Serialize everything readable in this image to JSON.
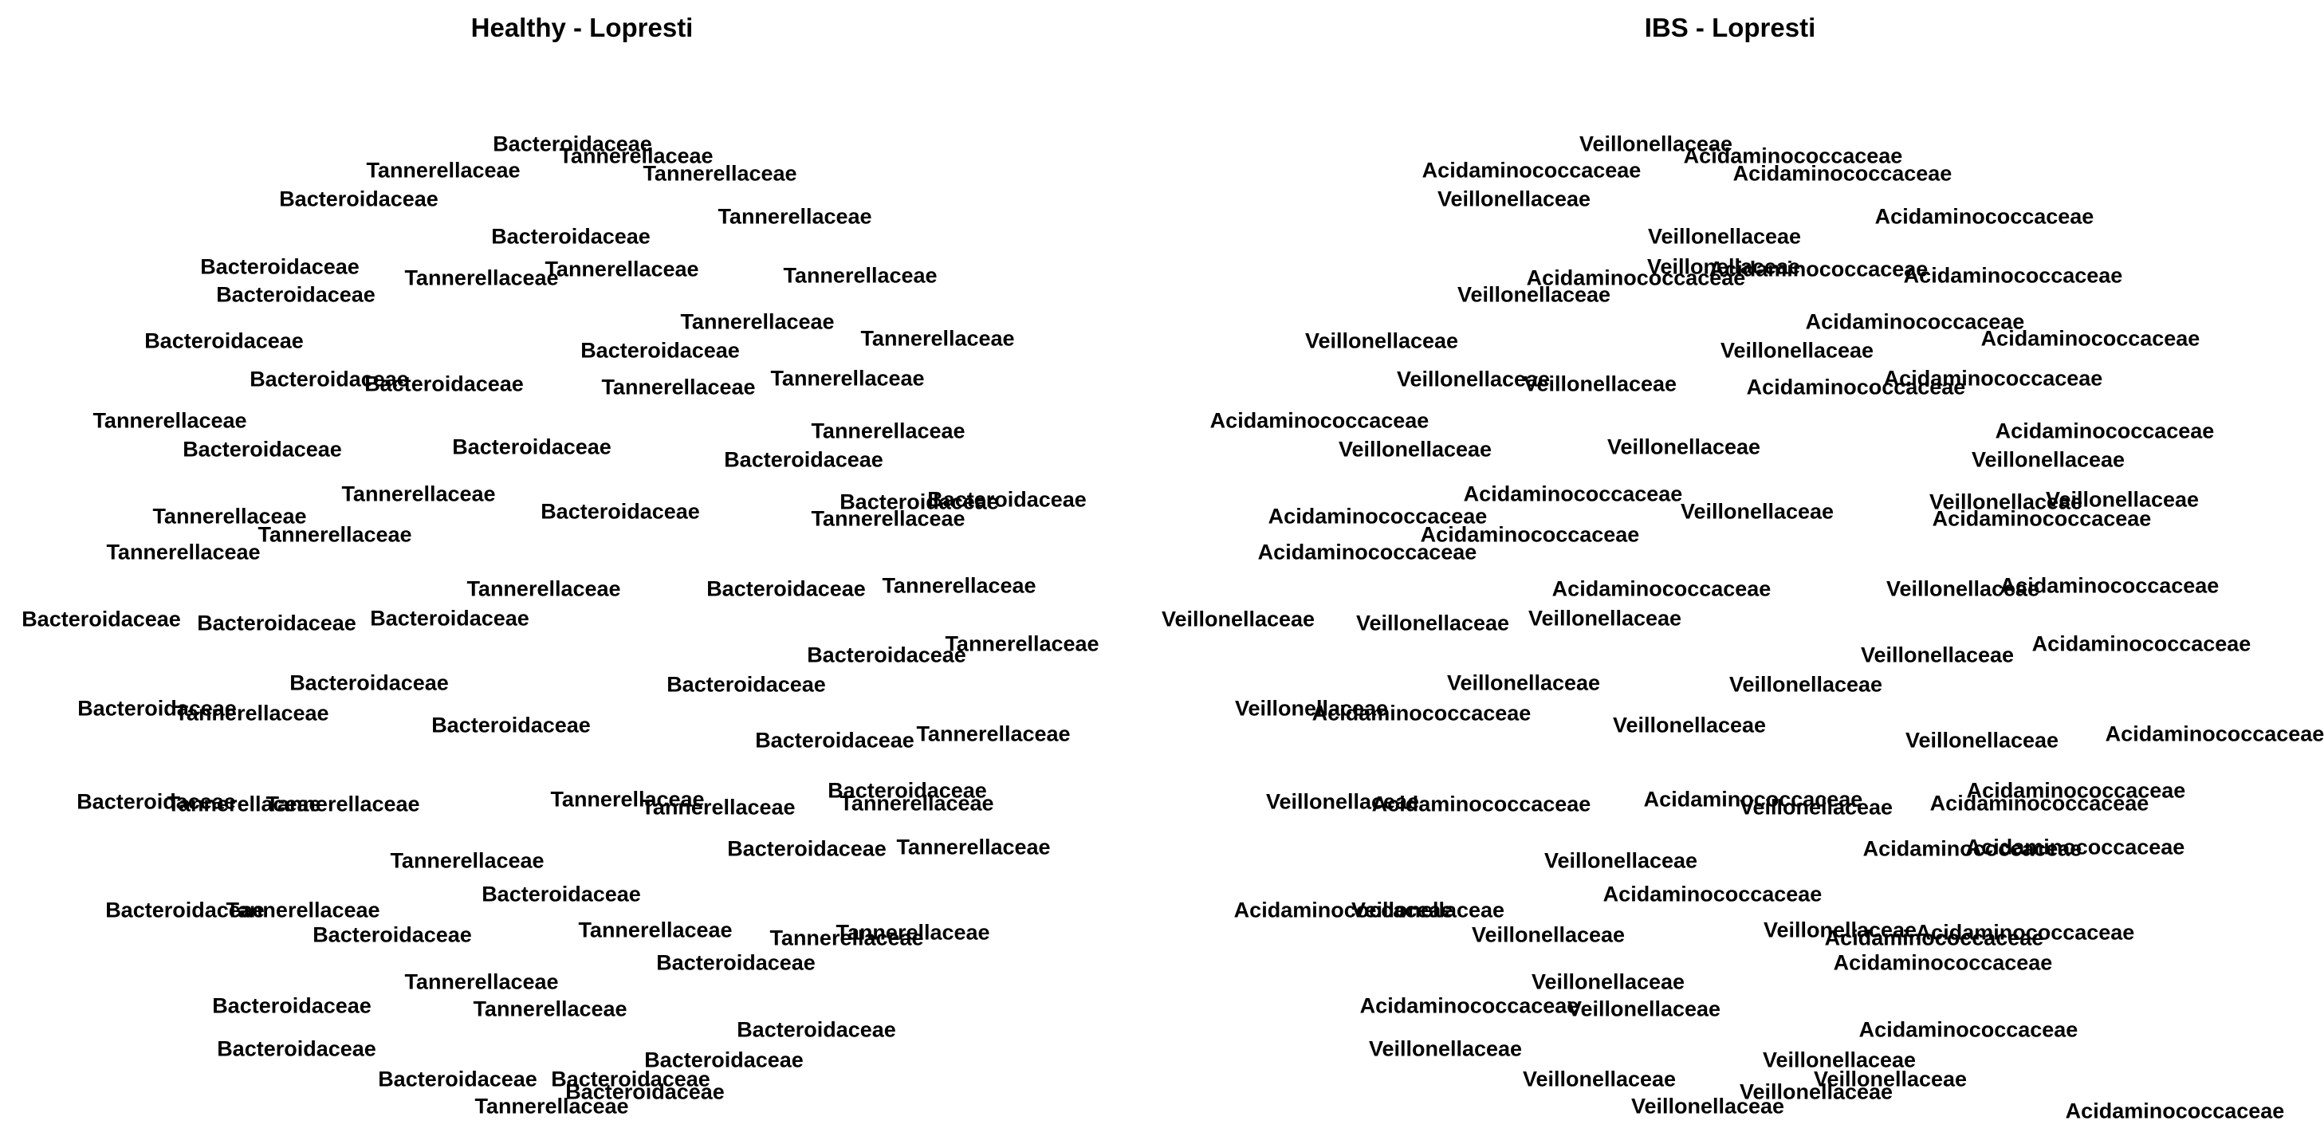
{
  "panels": [
    {
      "title": "Healthy - Lopresti",
      "labels": [
        "Bacteroidaceae",
        "Tannerellaceae"
      ],
      "nodes": [
        "Bacteroidaceae",
        "Tannerellaceae",
        "Tannerellaceae",
        "Tannerellaceae",
        "Bacteroidaceae",
        "Bacteroidaceae",
        "Tannerellaceae",
        "Bacteroidaceae",
        "Tannerellaceae",
        "Tannerellaceae",
        "Tannerellaceae",
        "Bacteroidaceae",
        "Tannerellaceae",
        "Bacteroidaceae",
        "Tannerellaceae",
        "Bacteroidaceae",
        "Bacteroidaceae",
        "Bacteroidaceae",
        "Tannerellaceae",
        "Tannerellaceae",
        "Tannerellaceae",
        "Bacteroidaceae",
        "Bacteroidaceae",
        "Tannerellaceae",
        "Bacteroidaceae",
        "Tannerellaceae",
        "Bacteroidaceae",
        "Bacteroidaceae",
        "Bacteroidaceae",
        "Tannerellaceae",
        "Tannerellaceae",
        "Tannerellaceae",
        "Tannerellaceae",
        "Bacteroidaceae",
        "Tannerellaceae",
        "Bacteroidaceae",
        "Bacteroidaceae",
        "Bacteroidaceae",
        "Tannerellaceae",
        "Bacteroidaceae",
        "Tannerellaceae",
        "Bacteroidaceae",
        "Bacteroidaceae",
        "Tannerellaceae",
        "Bacteroidaceae",
        "Bacteroidaceae",
        "Bacteroidaceae",
        "Tannerellaceae",
        "Tannerellaceae",
        "Bacteroidaceae",
        "Tannerellaceae",
        "Tannerellaceae",
        "Tannerellaceae",
        "Bacteroidaceae",
        "Tannerellaceae",
        "Tannerellaceae",
        "Bacteroidaceae",
        "Tannerellaceae",
        "Bacteroidaceae",
        "Tannerellaceae",
        "Bacteroidaceae",
        "Bacteroidaceae",
        "Tannerellaceae",
        "Tannerellaceae",
        "Tannerellaceae",
        "Bacteroidaceae",
        "Tannerellaceae",
        "Bacteroidaceae",
        "Tannerellaceae",
        "Bacteroidaceae",
        "Bacteroidaceae",
        "Bacteroidaceae",
        "Bacteroidaceae",
        "Bacteroidaceae",
        "Bacteroidaceae",
        "Tannerellaceae"
      ]
    },
    {
      "title": "IBS - Lopresti",
      "labels": [
        "Veillonellaceae",
        "Acidaminococcaceae"
      ],
      "nodes": [
        "Veillonellaceae",
        "Acidaminococcaceae",
        "Acidaminococcaceae",
        "Acidaminococcaceae",
        "Veillonellaceae",
        "Veillonellaceae",
        "Acidaminococcaceae",
        "Veillonellaceae",
        "Acidaminococcaceae",
        "Acidaminococcaceae",
        "Acidaminococcaceae",
        "Veillonellaceae",
        "Acidaminococcaceae",
        "Veillonellaceae",
        "Acidaminococcaceae",
        "Veillonellaceae",
        "Veillonellaceae",
        "Veillonellaceae",
        "Acidaminococcaceae",
        "Acidaminococcaceae",
        "Acidaminococcaceae",
        "Veillonellaceae",
        "Veillonellaceae",
        "Acidaminococcaceae",
        "Veillonellaceae",
        "Acidaminococcaceae",
        "Veillonellaceae",
        "Veillonellaceae",
        "Veillonellaceae",
        "Acidaminococcaceae",
        "Acidaminococcaceae",
        "Acidaminococcaceae",
        "Acidaminococcaceae",
        "Veillonellaceae",
        "Acidaminococcaceae",
        "Veillonellaceae",
        "Veillonellaceae",
        "Veillonellaceae",
        "Acidaminococcaceae",
        "Veillonellaceae",
        "Acidaminococcaceae",
        "Veillonellaceae",
        "Veillonellaceae",
        "Acidaminococcaceae",
        "Veillonellaceae",
        "Veillonellaceae",
        "Veillonellaceae",
        "Acidaminococcaceae",
        "Acidaminococcaceae",
        "Veillonellaceae",
        "Acidaminococcaceae",
        "Acidaminococcaceae",
        "Acidaminococcaceae",
        "Veillonellaceae",
        "Acidaminococcaceae",
        "Acidaminococcaceae",
        "Veillonellaceae",
        "Acidaminococcaceae",
        "Veillonellaceae",
        "Acidaminococcaceae",
        "Veillonellaceae",
        "Veillonellaceae",
        "Acidaminococcaceae",
        "Acidaminococcaceae",
        "Acidaminococcaceae",
        "Veillonellaceae",
        "Acidaminococcaceae",
        "Veillonellaceae",
        "Acidaminococcaceae",
        "Veillonellaceae",
        "Veillonellaceae",
        "Veillonellaceae",
        "Veillonellaceae",
        "Veillonellaceae",
        "Veillonellaceae",
        "Acidaminococcaceae"
      ]
    }
  ]
}
